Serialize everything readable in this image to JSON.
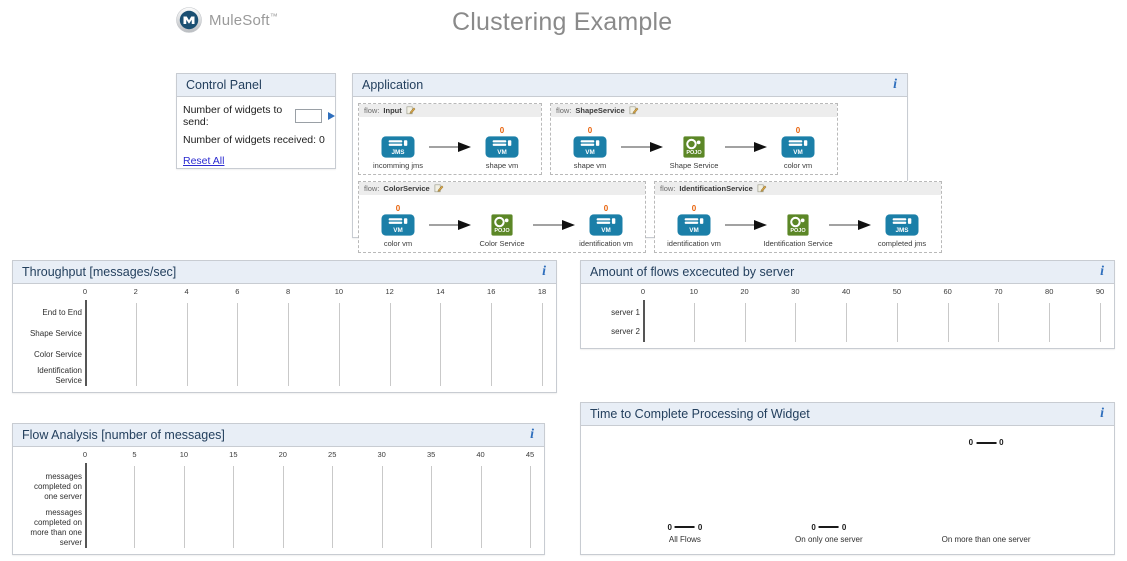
{
  "header": {
    "logo_name": "mulesoft-logo",
    "logo_text": "MuleSoft",
    "trademark": "™",
    "title": "Clustering Example"
  },
  "control_panel": {
    "title": "Control Panel",
    "send_label": "Number of widgets to send:",
    "send_value": "",
    "send_placeholder": "",
    "send_button_icon": "play-triangle-icon",
    "received_label": "Number of widgets received: 0",
    "reset_link": "Reset All"
  },
  "application": {
    "title": "Application",
    "info_icon": "info-icon",
    "flow_key": "flow:",
    "flows": [
      {
        "name": "Input",
        "edit_icon": "edit-pencil-icon",
        "nodes": [
          {
            "label": "incomming jms",
            "type": "jms",
            "count": ""
          },
          {
            "label": "shape vm",
            "type": "vm",
            "count": "0"
          }
        ]
      },
      {
        "name": "ShapeService",
        "edit_icon": "edit-pencil-icon",
        "nodes": [
          {
            "label": "shape vm",
            "type": "vm",
            "count": "0"
          },
          {
            "label": "Shape Service",
            "type": "pojo",
            "count": ""
          },
          {
            "label": "color vm",
            "type": "vm",
            "count": "0"
          }
        ]
      },
      {
        "name": "ColorService",
        "edit_icon": "edit-pencil-icon",
        "nodes": [
          {
            "label": "color vm",
            "type": "vm",
            "count": "0"
          },
          {
            "label": "Color Service",
            "type": "pojo",
            "count": ""
          },
          {
            "label": "identification vm",
            "type": "vm",
            "count": "0"
          }
        ]
      },
      {
        "name": "IdentificationService",
        "edit_icon": "edit-pencil-icon",
        "nodes": [
          {
            "label": "identification vm",
            "type": "vm",
            "count": "0"
          },
          {
            "label": "Identification Service",
            "type": "pojo",
            "count": ""
          },
          {
            "label": "completed jms",
            "type": "jms",
            "count": ""
          }
        ]
      }
    ]
  },
  "chart_data": [
    {
      "id": "throughput",
      "type": "bar",
      "title": "Throughput [messages/sec]",
      "info_icon": "info-icon",
      "orientation": "horizontal",
      "categories": [
        "End to End",
        "Shape Service",
        "Color Service",
        "Identification\nService"
      ],
      "values": [
        0,
        0,
        0,
        0
      ],
      "ticks": [
        0,
        2,
        4,
        6,
        8,
        10,
        12,
        14,
        16,
        18
      ],
      "xlim": [
        0,
        18
      ],
      "xlabel": "",
      "ylabel": "",
      "grid": true,
      "legend": "none"
    },
    {
      "id": "flow-analysis",
      "type": "bar",
      "title": "Flow Analysis [number of messages]",
      "info_icon": "info-icon",
      "orientation": "horizontal",
      "categories": [
        "messages\ncompleted on\none server",
        "messages\ncompleted on\nmore than one\nserver"
      ],
      "values": [
        0,
        0
      ],
      "ticks": [
        0,
        5,
        10,
        15,
        20,
        25,
        30,
        35,
        40,
        45
      ],
      "xlim": [
        0,
        45
      ],
      "xlabel": "",
      "ylabel": "",
      "grid": true,
      "legend": "none"
    },
    {
      "id": "server-flows",
      "type": "bar",
      "title": "Amount of flows excecuted by server",
      "info_icon": "info-icon",
      "orientation": "horizontal",
      "categories": [
        "server 1",
        "server 2"
      ],
      "values": [
        0,
        0
      ],
      "ticks": [
        0,
        10,
        20,
        30,
        40,
        50,
        60,
        70,
        80,
        90
      ],
      "xlim": [
        0,
        90
      ],
      "xlabel": "",
      "ylabel": "",
      "grid": true,
      "legend": "none"
    },
    {
      "id": "time-to-complete",
      "type": "range",
      "title": "Time to Complete Processing of Widget",
      "info_icon": "info-icon",
      "categories": [
        "All Flows",
        "On only one server",
        "On more than one server"
      ],
      "markers": [
        {
          "category": "All Flows",
          "min": "0",
          "max": "0",
          "y_frac": 0.88
        },
        {
          "category": "On only one server",
          "min": "0",
          "max": "0",
          "y_frac": 0.88
        },
        {
          "category": "On more than one server",
          "min": "0",
          "max": "0",
          "y_frac": 0.22
        }
      ],
      "xlabel": "",
      "ylabel": "",
      "grid": false,
      "legend": "none"
    }
  ]
}
